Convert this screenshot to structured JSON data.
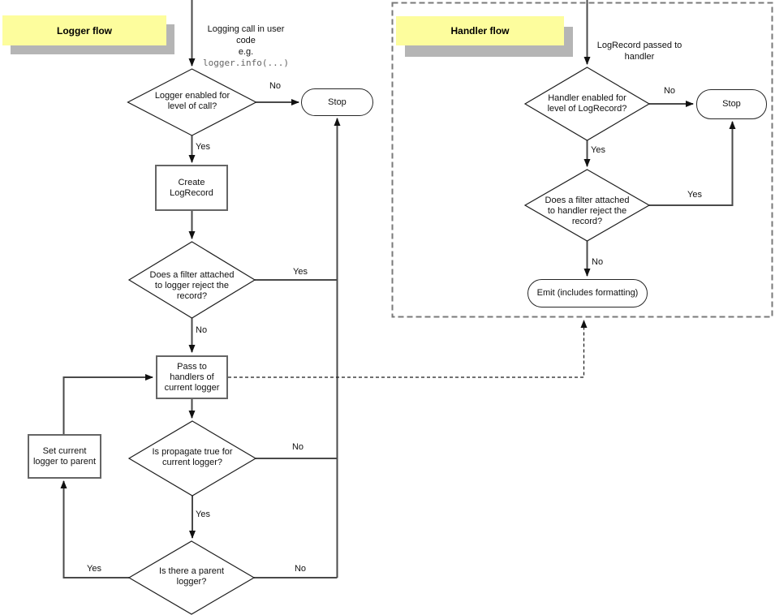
{
  "colors": {
    "note_bg": "#FDFD9D",
    "note_shadow": "#B5B5B5",
    "line": "#4A4A4A",
    "arrow": "#111111",
    "code_text": "#646464"
  },
  "logger_flow": {
    "title": "Logger flow",
    "entry_text": "Logging call in user\ncode\ne.g.",
    "entry_code": "logger.info(...)",
    "nodes": {
      "level_decision": "Logger enabled for\nlevel of call?",
      "stop": "Stop",
      "create_logrecord": "Create\nLogRecord",
      "filter_decision": "Does a filter attached\nto logger reject the\nrecord?",
      "pass_to_handlers": "Pass to\nhandlers of\ncurrent logger",
      "propagate_decision": "Is propagate true for\ncurrent logger?",
      "parent_decision": "Is there a parent\nlogger?",
      "set_current_logger": "Set current\nlogger to parent"
    },
    "labels": {
      "level_no": "No",
      "level_yes": "Yes",
      "filter_yes": "Yes",
      "filter_no": "No",
      "propagate_no": "No",
      "propagate_yes": "Yes",
      "parent_yes": "Yes",
      "parent_no": "No"
    }
  },
  "handler_flow": {
    "title": "Handler flow",
    "entry_text": "LogRecord passed to\nhandler",
    "nodes": {
      "level_decision": "Handler enabled for\nlevel of LogRecord?",
      "stop": "Stop",
      "filter_decision": "Does a filter attached\nto handler reject the\nrecord?",
      "emit": "Emit (includes formatting)"
    },
    "labels": {
      "level_no": "No",
      "level_yes": "Yes",
      "filter_yes": "Yes",
      "filter_no": "No"
    }
  }
}
